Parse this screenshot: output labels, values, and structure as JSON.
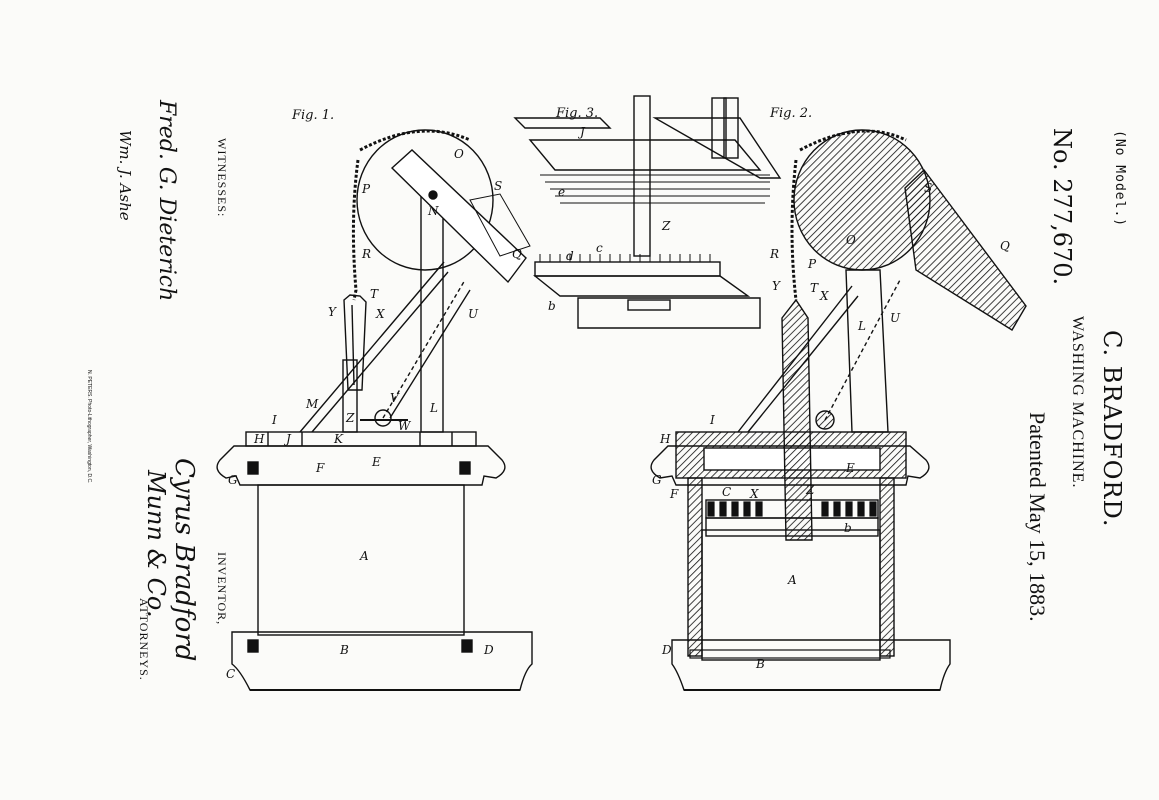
{
  "header": {
    "no_model": "(No Model.)",
    "inventor": "C. BRADFORD.",
    "title": "WASHING MACHINE.",
    "patent_number": "No. 277,670.",
    "patent_date": "Patented May 15, 1883."
  },
  "figures": {
    "fig1": "Fig. 1.",
    "fig2": "Fig. 2.",
    "fig3": "Fig. 3."
  },
  "labels": {
    "witnesses": "WITNESSES:",
    "inventor": "INVENTOR,",
    "attorneys": "ATTORNEYS.",
    "printer": "N. PETERS. Photo-Lithographer, Washington, D.C."
  },
  "signatures": {
    "witness_1": "Fred. G. Dieterich",
    "witness_2": "Wm. J. Ashe",
    "inventor": "Cyrus Bradford",
    "attorneys": "Munn & Co."
  },
  "part_letters": {
    "fig1": [
      "O",
      "P",
      "N",
      "S",
      "R",
      "Q",
      "T",
      "Y",
      "X",
      "U",
      "M",
      "Z",
      "V",
      "L",
      "W",
      "I",
      "H",
      "J",
      "K",
      "F",
      "E",
      "G",
      "A",
      "B",
      "C",
      "D"
    ],
    "fig2": [
      "O",
      "S",
      "R",
      "P",
      "Q",
      "Y",
      "T",
      "X",
      "L",
      "U",
      "I",
      "H",
      "E",
      "F",
      "G",
      "C",
      "X",
      "Z",
      "b",
      "A",
      "D",
      "B"
    ],
    "fig3": [
      "J",
      "e",
      "Z",
      "d",
      "c",
      "b"
    ]
  }
}
